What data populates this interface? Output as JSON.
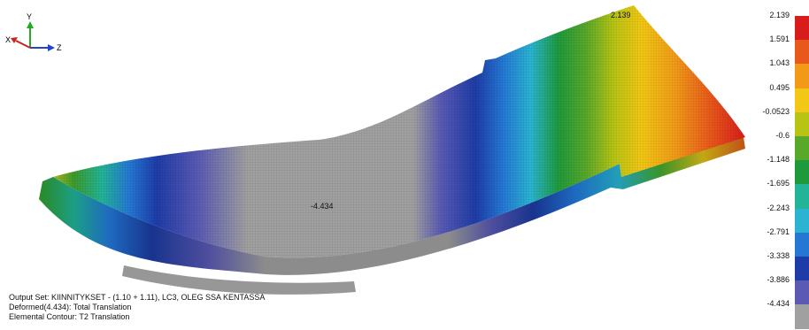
{
  "axis_triad": {
    "y_label": "Y",
    "x_label": "X",
    "z_label": "Z",
    "colors": {
      "y": "#22aa22",
      "x": "#cc2222",
      "z": "#2244cc"
    }
  },
  "model": {
    "min_label": "-4.434",
    "max_label": "2.139"
  },
  "info": {
    "output_set": "Output Set: KIINNITYKSET - (1.10 + 1.11), LC3, OLEG SSA KENTASSA",
    "deformed": "Deformed(4.434): Total Translation",
    "contour": "Elemental Contour: T2 Translation"
  },
  "legend": {
    "values": [
      "2.139",
      "1.591",
      "1.043",
      "0.495",
      "-0.0523",
      "-0.6",
      "-1.148",
      "-1.695",
      "-2.243",
      "-2.791",
      "-3.338",
      "-3.886",
      "-4.434"
    ],
    "colors": [
      "#d81c1c",
      "#e8581a",
      "#f29a18",
      "#f2c814",
      "#b8c414",
      "#58a82a",
      "#1e9a3c",
      "#22b496",
      "#2ab4d2",
      "#2478d4",
      "#1e3ca8",
      "#5a5ab4",
      "#a0a0a0"
    ]
  }
}
